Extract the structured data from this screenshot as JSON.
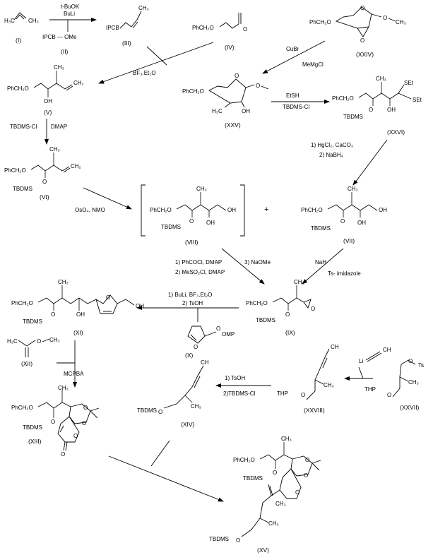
{
  "compounds": {
    "I": {
      "label": "(I)"
    },
    "II": {
      "label": "(II)",
      "text": "IPCB — OMe"
    },
    "III": {
      "label": "(III)",
      "text": "IPCB"
    },
    "IV": {
      "label": "(IV)",
      "text": "PhCH₂O"
    },
    "V": {
      "label": "(V)",
      "text": "PhCH₂O",
      "oh": "OH"
    },
    "VI": {
      "label": "(VI)",
      "text": "PhCH₂O",
      "otbdms": "TBDMS",
      "o": "O"
    },
    "VII": {
      "label": "(VII)",
      "text": "PhCH₂O",
      "otbdms": "TBDMS",
      "o": "O",
      "oh1": "OH",
      "oh2": "OH"
    },
    "VIII": {
      "label": "(VIII)",
      "text": "PhCH₂O",
      "otbdms": "TBDMS",
      "o": "O",
      "oh1": "OH",
      "oh2": "OH"
    },
    "IX": {
      "label": "(IX)",
      "text": "PhCH₂O",
      "otbdms": "TBDMS",
      "o": "O"
    },
    "X": {
      "label": "(X)",
      "text": "OMP"
    },
    "XI": {
      "label": "(XI)",
      "text": "PhCH₂O",
      "otbdms": "TBDMS",
      "o": "O",
      "oh1": "OH",
      "oh2": "OH"
    },
    "XII": {
      "label": "(XII)"
    },
    "XIII": {
      "label": "(XIII)",
      "text": "PhCH₂O",
      "otbdms": "TBDMS",
      "o": "O"
    },
    "XIV": {
      "label": "(XIV)",
      "text": "TBDMS",
      "o": "O",
      "me": "CH₃"
    },
    "XV": {
      "label": "(XV)",
      "text": "PhCH₂O",
      "otbdms": "TBDMS",
      "o": "O",
      "tbdms2": "TBDMS"
    },
    "XXIV": {
      "label": "(XXIV)",
      "text": "PhCH₂O",
      "me": "CH₃"
    },
    "XXV": {
      "label": "(XXV)",
      "text": "PhCH₂O",
      "me": "CH₃",
      "oh": "OH"
    },
    "XXVI": {
      "label": "(XXVI)",
      "text": "PhCH₂O",
      "otbdms": "TBDMS",
      "o": "O",
      "oh": "OH",
      "set": "SEt"
    },
    "XXVII": {
      "label": "(XXVII)",
      "thp": "THP",
      "ts": "Ts",
      "me": "CH₃",
      "o": "O"
    },
    "XXVIII": {
      "label": "(XXVIII)",
      "thp": "THP",
      "me": "CH₃",
      "o": "O"
    },
    "Li_acetylide": {
      "li": "Li",
      "ch": "CH"
    }
  },
  "atom_labels": {
    "h3c": "H₃C",
    "ch3": "CH₃",
    "ch2": "CH₂",
    "o": "O",
    "oh": "OH",
    "set": "SEt",
    "ch": "CH"
  },
  "reagents": {
    "r1": [
      "t-BuOK",
      "BuLi"
    ],
    "r2": [
      "BF₃.Et₂O"
    ],
    "r3": [
      "CuBr",
      "MeMgCl"
    ],
    "r4": [
      "EtSH",
      "TBDMS-Cl"
    ],
    "r5": [
      "TBDMS-Cl",
      "DMAP"
    ],
    "r6": [
      "1) HgCl₂, CaCO₃",
      "2) NaBH₄"
    ],
    "r7": [
      "OsO₄, NMO"
    ],
    "r8": [
      "1) PhCOCl, DMAP",
      "2) MeSO₂Cl, DMAP"
    ],
    "r8b": [
      "3) NaOMe"
    ],
    "r9": [
      "NaH"
    ],
    "r10": [
      "Ts- imidazole"
    ],
    "r11": [
      "1) BuLi, BF₃.Et₂O",
      "2) TsOH"
    ],
    "r12": [
      "MCPBA"
    ],
    "r13": [
      "1) TsOH",
      "2)TBDMS-Cl"
    ],
    "plus": "+"
  }
}
